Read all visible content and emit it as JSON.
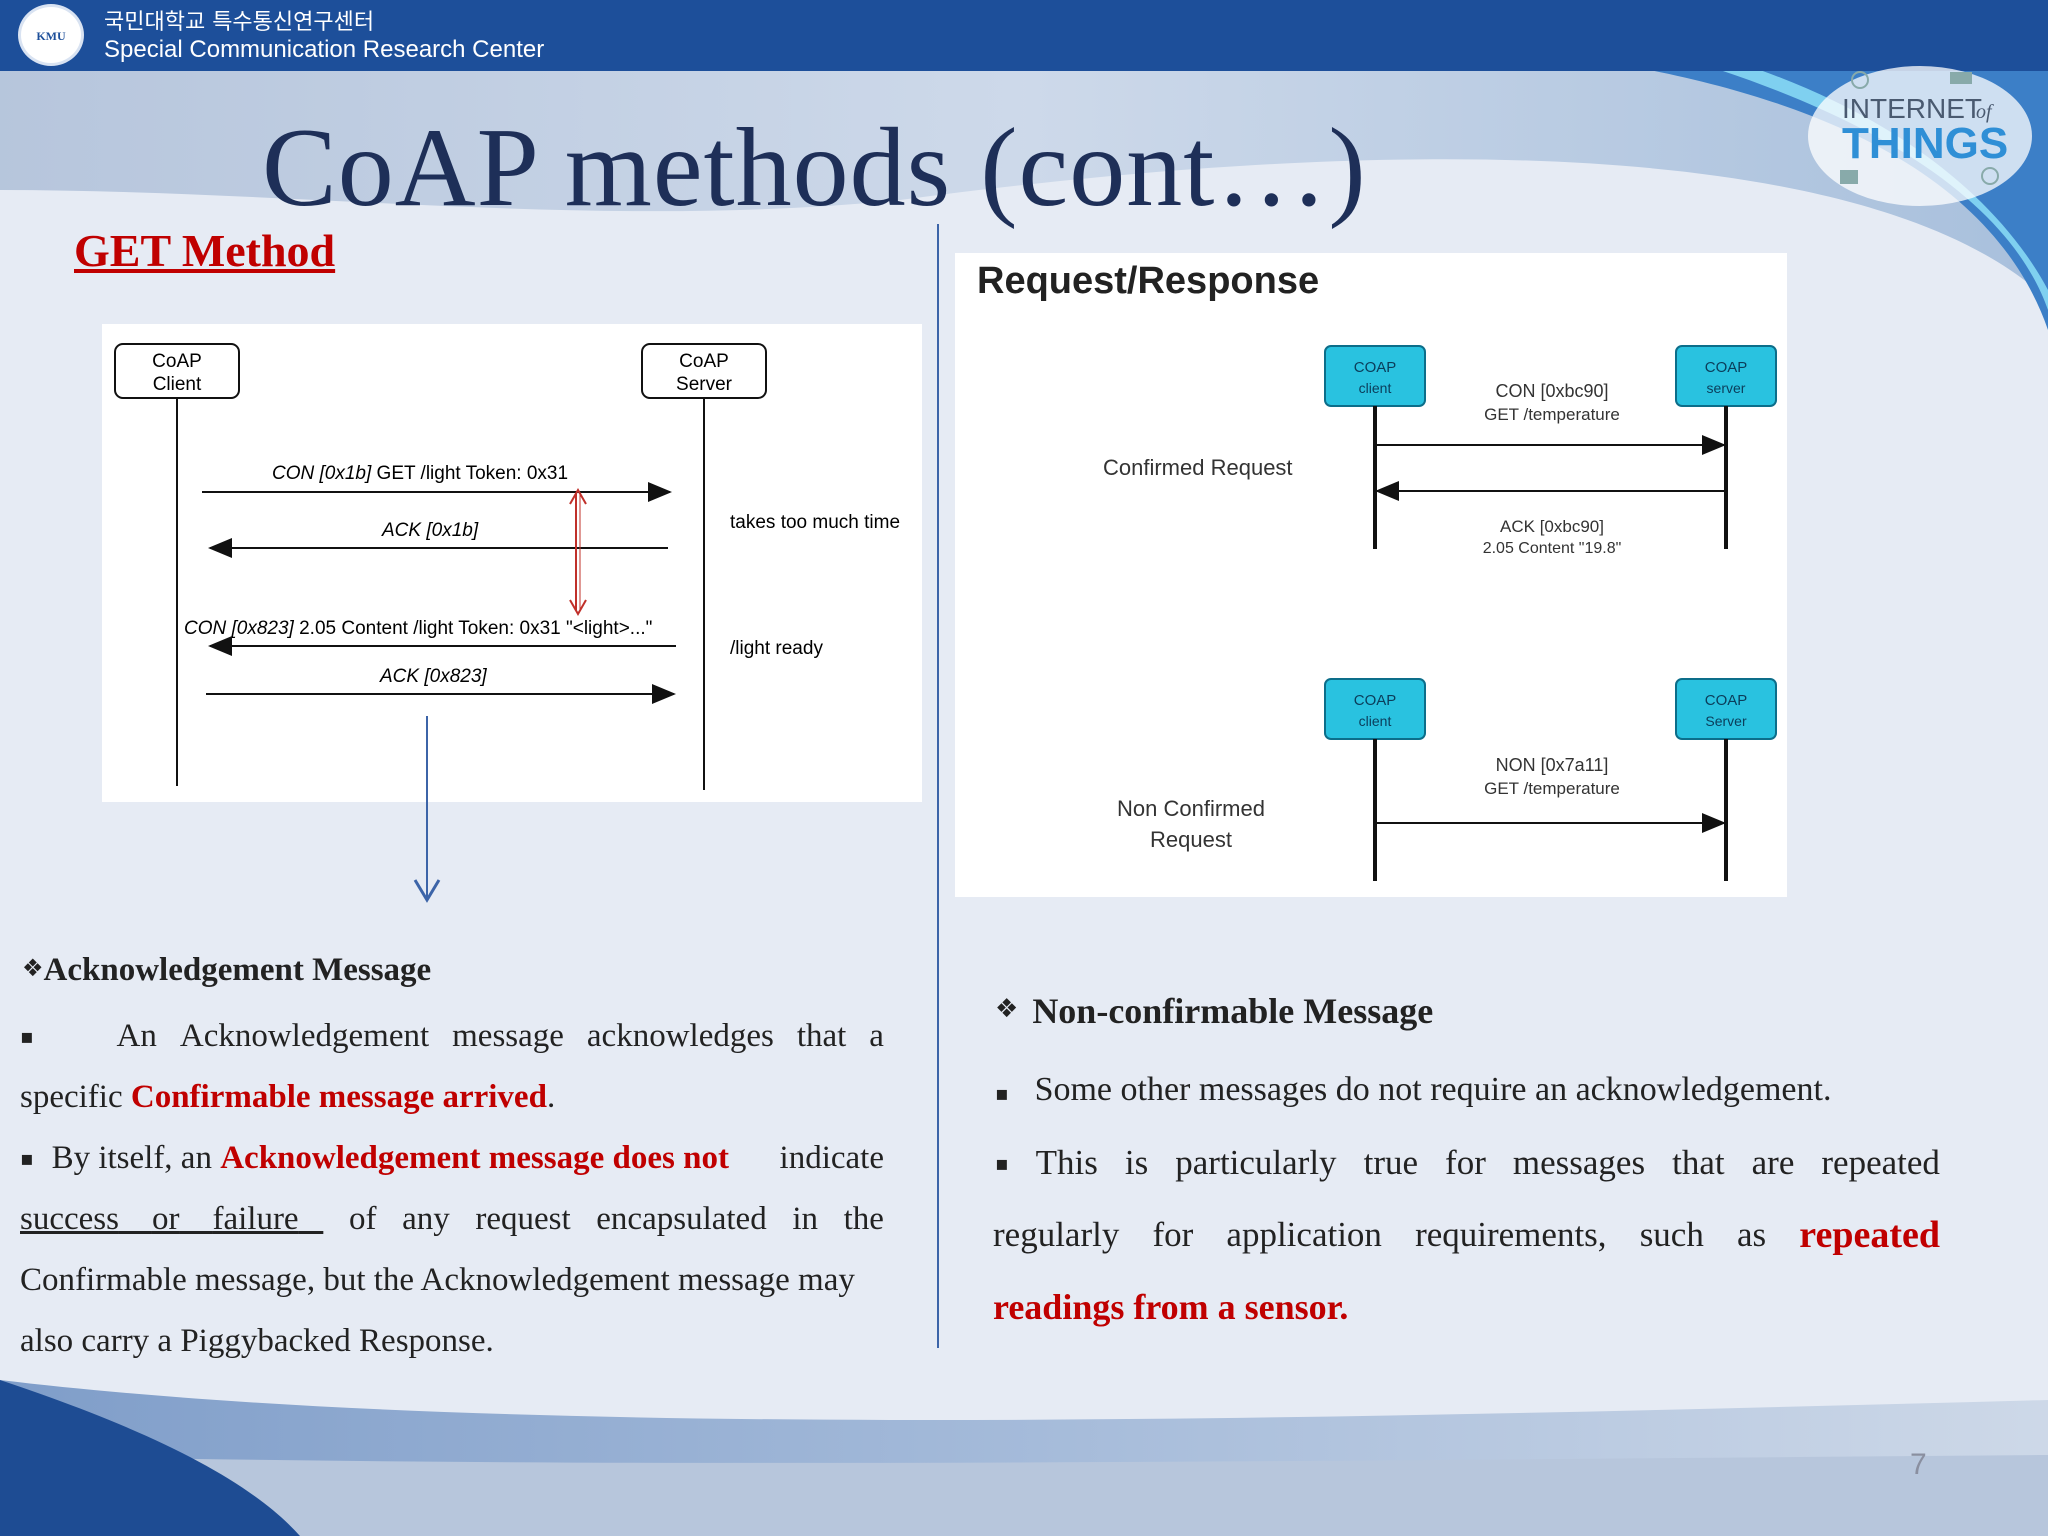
{
  "header": {
    "logo_text": "KMU",
    "korean_title": "국민대학교 특수통신연구센터",
    "english_title": "Special Communication Research Center"
  },
  "iot_logo": {
    "line1": "INTERNET",
    "of": "of",
    "line2": "THINGS"
  },
  "slide": {
    "title": "CoAP methods (cont…)",
    "page_number": "7"
  },
  "left": {
    "section_title": "GET Method",
    "diagram": {
      "client_label_1": "CoAP",
      "client_label_2": "Client",
      "server_label_1": "CoAP",
      "server_label_2": "Server",
      "msg1_italic": "CON [0x1b]",
      "msg1_rest": " GET /light  Token: 0x31",
      "msg2": "ACK [0x1b]",
      "note1": "takes too much time",
      "msg3_italic": "CON [0x823]",
      "msg3_rest": "  2.05 Content /light Token: 0x31 \"<light>...\"",
      "note2": "/light ready",
      "msg4": "ACK [0x823]"
    },
    "ack_heading": "Acknowledgement Message",
    "ack_bullet_marker": "▪",
    "ack_l1": [
      "An",
      "Acknowledgement",
      "message",
      "acknowledges",
      "that",
      "a"
    ],
    "ack_l2_a": "specific ",
    "ack_l2_red": "Confirmable message arrived",
    "ack_l2_b": ".",
    "ack_l3_a": "By itself, an ",
    "ack_l3_red": "Acknowledgement message does not",
    "ack_l3_b": "indicate",
    "ack_l4_u1": "success",
    "ack_l4_u2": "or",
    "ack_l4_u3": "failure",
    "ack_l4_rest": [
      "of",
      "any",
      "request",
      "encapsulated",
      "in",
      "the"
    ],
    "ack_l5": "Confirmable message, but the Acknowledgement message may",
    "ack_l6": "also carry a Piggybacked Response."
  },
  "right": {
    "diagram": {
      "title": "Request/Response",
      "box_coap": "COAP",
      "box_client": "client",
      "box_server": "server",
      "box_server_cap": "Server",
      "con_line1": "CON  [0xbc90]",
      "con_line2": "GET /temperature",
      "confirmed_label": "Confirmed Request",
      "ack_line1": "ACK  [0xbc90]",
      "ack_line2": "2.05  Content \"19.8\"",
      "non_line1": "NON  [0x7a11]",
      "non_line2": "GET /temperature",
      "nonconf_label1": "Non Confirmed",
      "nonconf_label2": "Request"
    },
    "non_heading": "Non-confirmable Message",
    "non_l1": "Some other messages do not require an acknowledgement.",
    "non_l2": [
      "This",
      "is",
      "particularly",
      "true",
      "for",
      "messages",
      "that",
      "are",
      "repeated"
    ],
    "non_l3": [
      "regularly",
      "for",
      "application",
      "requirements,",
      "such",
      "as"
    ],
    "non_l3_red": "repeated",
    "non_l4_red": "readings from a sensor."
  },
  "colors": {
    "header_blue": "#1d4f9a",
    "title_navy": "#1e2f58",
    "accent_red": "#c00000",
    "coap_box_cyan": "#29c2e0"
  }
}
